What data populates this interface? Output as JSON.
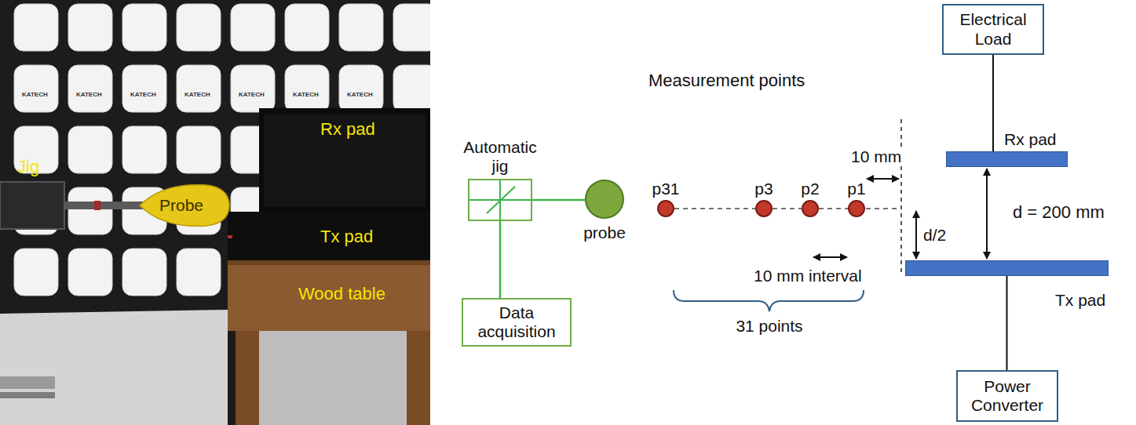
{
  "diagram": {
    "nodes": [
      {
        "text": [
          "Automatic jig"
        ]
      },
      {
        "text": [
          "Data acquisition"
        ]
      },
      {
        "text": [
          "probe"
        ]
      },
      {
        "text": [
          "p31"
        ]
      },
      {
        "text": [
          "p3"
        ]
      },
      {
        "text": [
          "p2"
        ]
      },
      {
        "text": [
          "p1"
        ]
      },
      {
        "text": [
          "Electrical Load"
        ]
      },
      {
        "text": [
          "Rx pad"
        ]
      },
      {
        "text": [
          "Tx pad"
        ]
      },
      {
        "text": [
          "Power Converter"
        ]
      }
    ],
    "edges": [
      {
        "from": 0,
        "to": 2,
        "arrow": "none"
      },
      {
        "from": 0,
        "to": 1,
        "arrow": "none"
      },
      {
        "from": 3,
        "to": 4,
        "arrow": "none"
      },
      {
        "from": 4,
        "to": 5,
        "arrow": "none"
      },
      {
        "from": 5,
        "to": 6,
        "arrow": "none"
      },
      {
        "from": 7,
        "to": 8,
        "arrow": "none"
      },
      {
        "from": 9,
        "to": 10,
        "arrow": "none"
      }
    ],
    "labels": [
      "Jig",
      "Probe",
      "Rx pad",
      "Tx pad",
      "Wood table",
      "KATECH",
      "KATECH",
      "KATECH",
      "KATECH",
      "KATECH",
      "KATECH",
      "KATECH",
      "Measurement points",
      "10 mm",
      "10 mm interval",
      "d/2",
      "d = 200 mm",
      "31 points"
    ]
  }
}
